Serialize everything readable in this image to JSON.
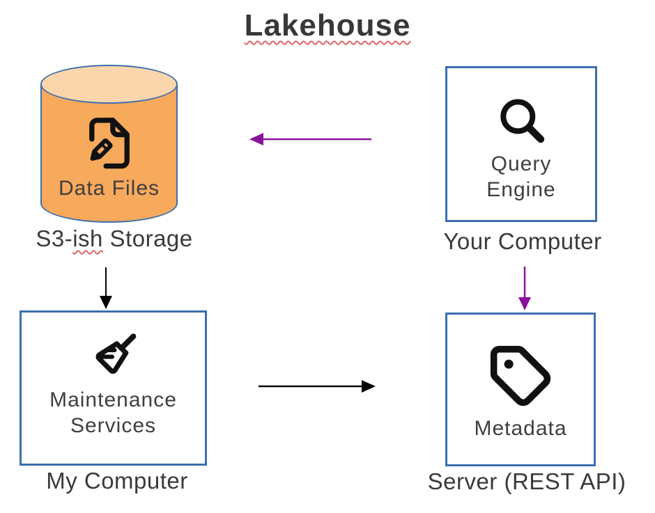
{
  "title": "Lakehouse",
  "colors": {
    "box_border": "#3c6eaf",
    "cylinder_fill": "#f7a95c",
    "cylinder_top_fill": "#fbd5ac",
    "arrow_purple": "#8a129b",
    "arrow_black": "#000000",
    "text": "#3b3b3b",
    "spellcheck_red": "#e06666"
  },
  "nodes": {
    "storage": {
      "shape": "cylinder",
      "icon": "file-edit-icon",
      "label": "Data Files",
      "caption": {
        "pre": "S3-",
        "misspelled": "ish",
        "post": " Storage"
      }
    },
    "query_engine": {
      "shape": "rectangle",
      "icon": "search-icon",
      "label": "Query Engine",
      "caption": "Your Computer"
    },
    "maintenance": {
      "shape": "rectangle",
      "icon": "broom-icon",
      "label": "Maintenance Services",
      "caption": "My Computer"
    },
    "metadata": {
      "shape": "rectangle",
      "icon": "tag-icon",
      "label": "Metadata",
      "caption": "Server (REST API)"
    }
  },
  "edges": [
    {
      "from": "Query Engine (Your Computer)",
      "to": "Data Files (S3-ish Storage)",
      "color": "#8a129b",
      "direction": "left"
    },
    {
      "from": "S3-ish Storage",
      "to": "Maintenance Services (My Computer)",
      "color": "#000000",
      "direction": "down"
    },
    {
      "from": "Maintenance Services (My Computer)",
      "to": "Metadata (Server REST API)",
      "color": "#000000",
      "direction": "right"
    },
    {
      "from": "Your Computer",
      "to": "Metadata (Server REST API)",
      "color": "#8a129b",
      "direction": "down"
    }
  ]
}
